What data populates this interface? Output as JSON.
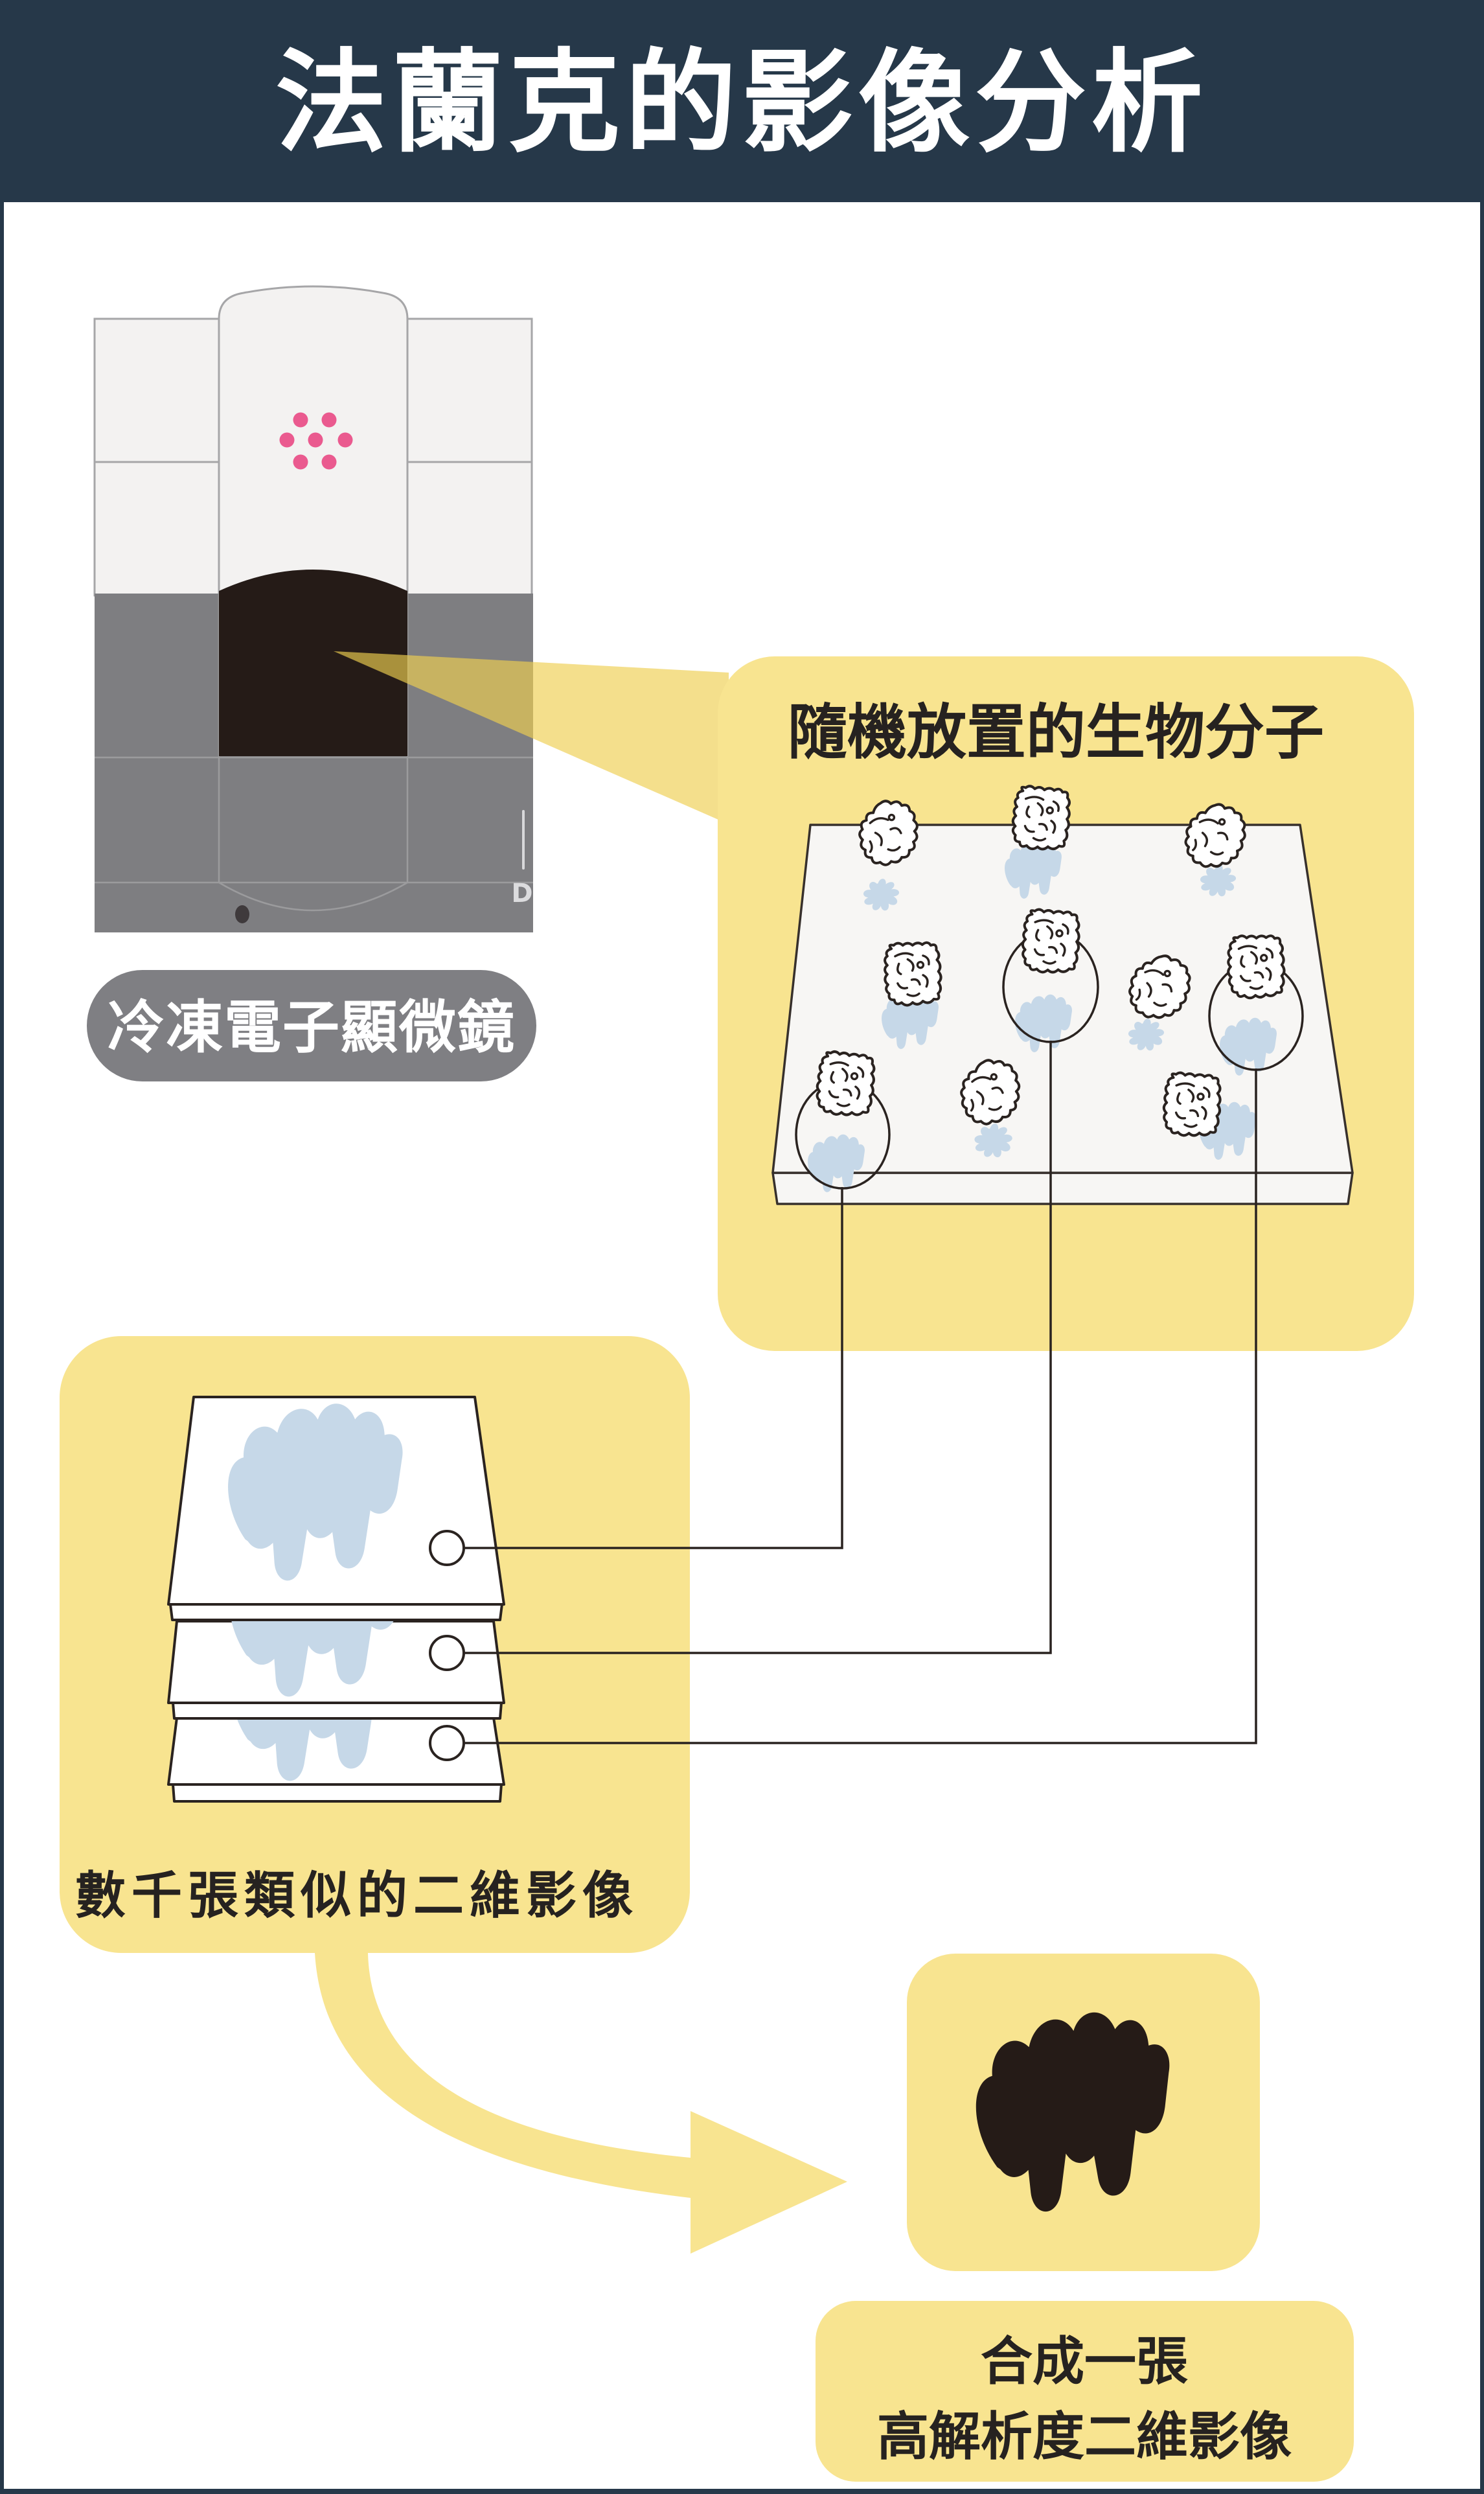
{
  "page": {
    "frame_color": "#263849",
    "background": "#ffffff"
  },
  "header": {
    "title": "法蘭克的影像分析",
    "bg": "#263849",
    "text_color": "#ffffff"
  },
  "microscope": {
    "label": "冷凍電子顯微鏡",
    "marking": "D",
    "colors": {
      "body": "#7e7e81",
      "panel": "#f3f2f1",
      "dome": "#251b17",
      "dots": "#ea5a8f",
      "label_bg": "#7f7f83",
      "label_text": "#ffffff",
      "knob": "#3f3a3c"
    }
  },
  "specimen_panel": {
    "title": "隨機放置的生物分子",
    "bg": "#f8e490",
    "molecule_count": 10,
    "highlighted_count": 3
  },
  "stack_panel": {
    "label": "數千張類似的二維影像",
    "bg": "#f8e490",
    "sheet_count": 3
  },
  "result_panel": {
    "label_line1": "合成一張",
    "label_line2": "高解析度二維影像",
    "bg": "#f8e490",
    "blob_color": "#251b17"
  },
  "colors": {
    "accent_yellow": "#f8e490",
    "beam": "rgba(238,206,81,0.66)",
    "molecule_shadow_blue": "#c6d8e8",
    "outline": "#2a2320",
    "text_dark": "#262220"
  }
}
